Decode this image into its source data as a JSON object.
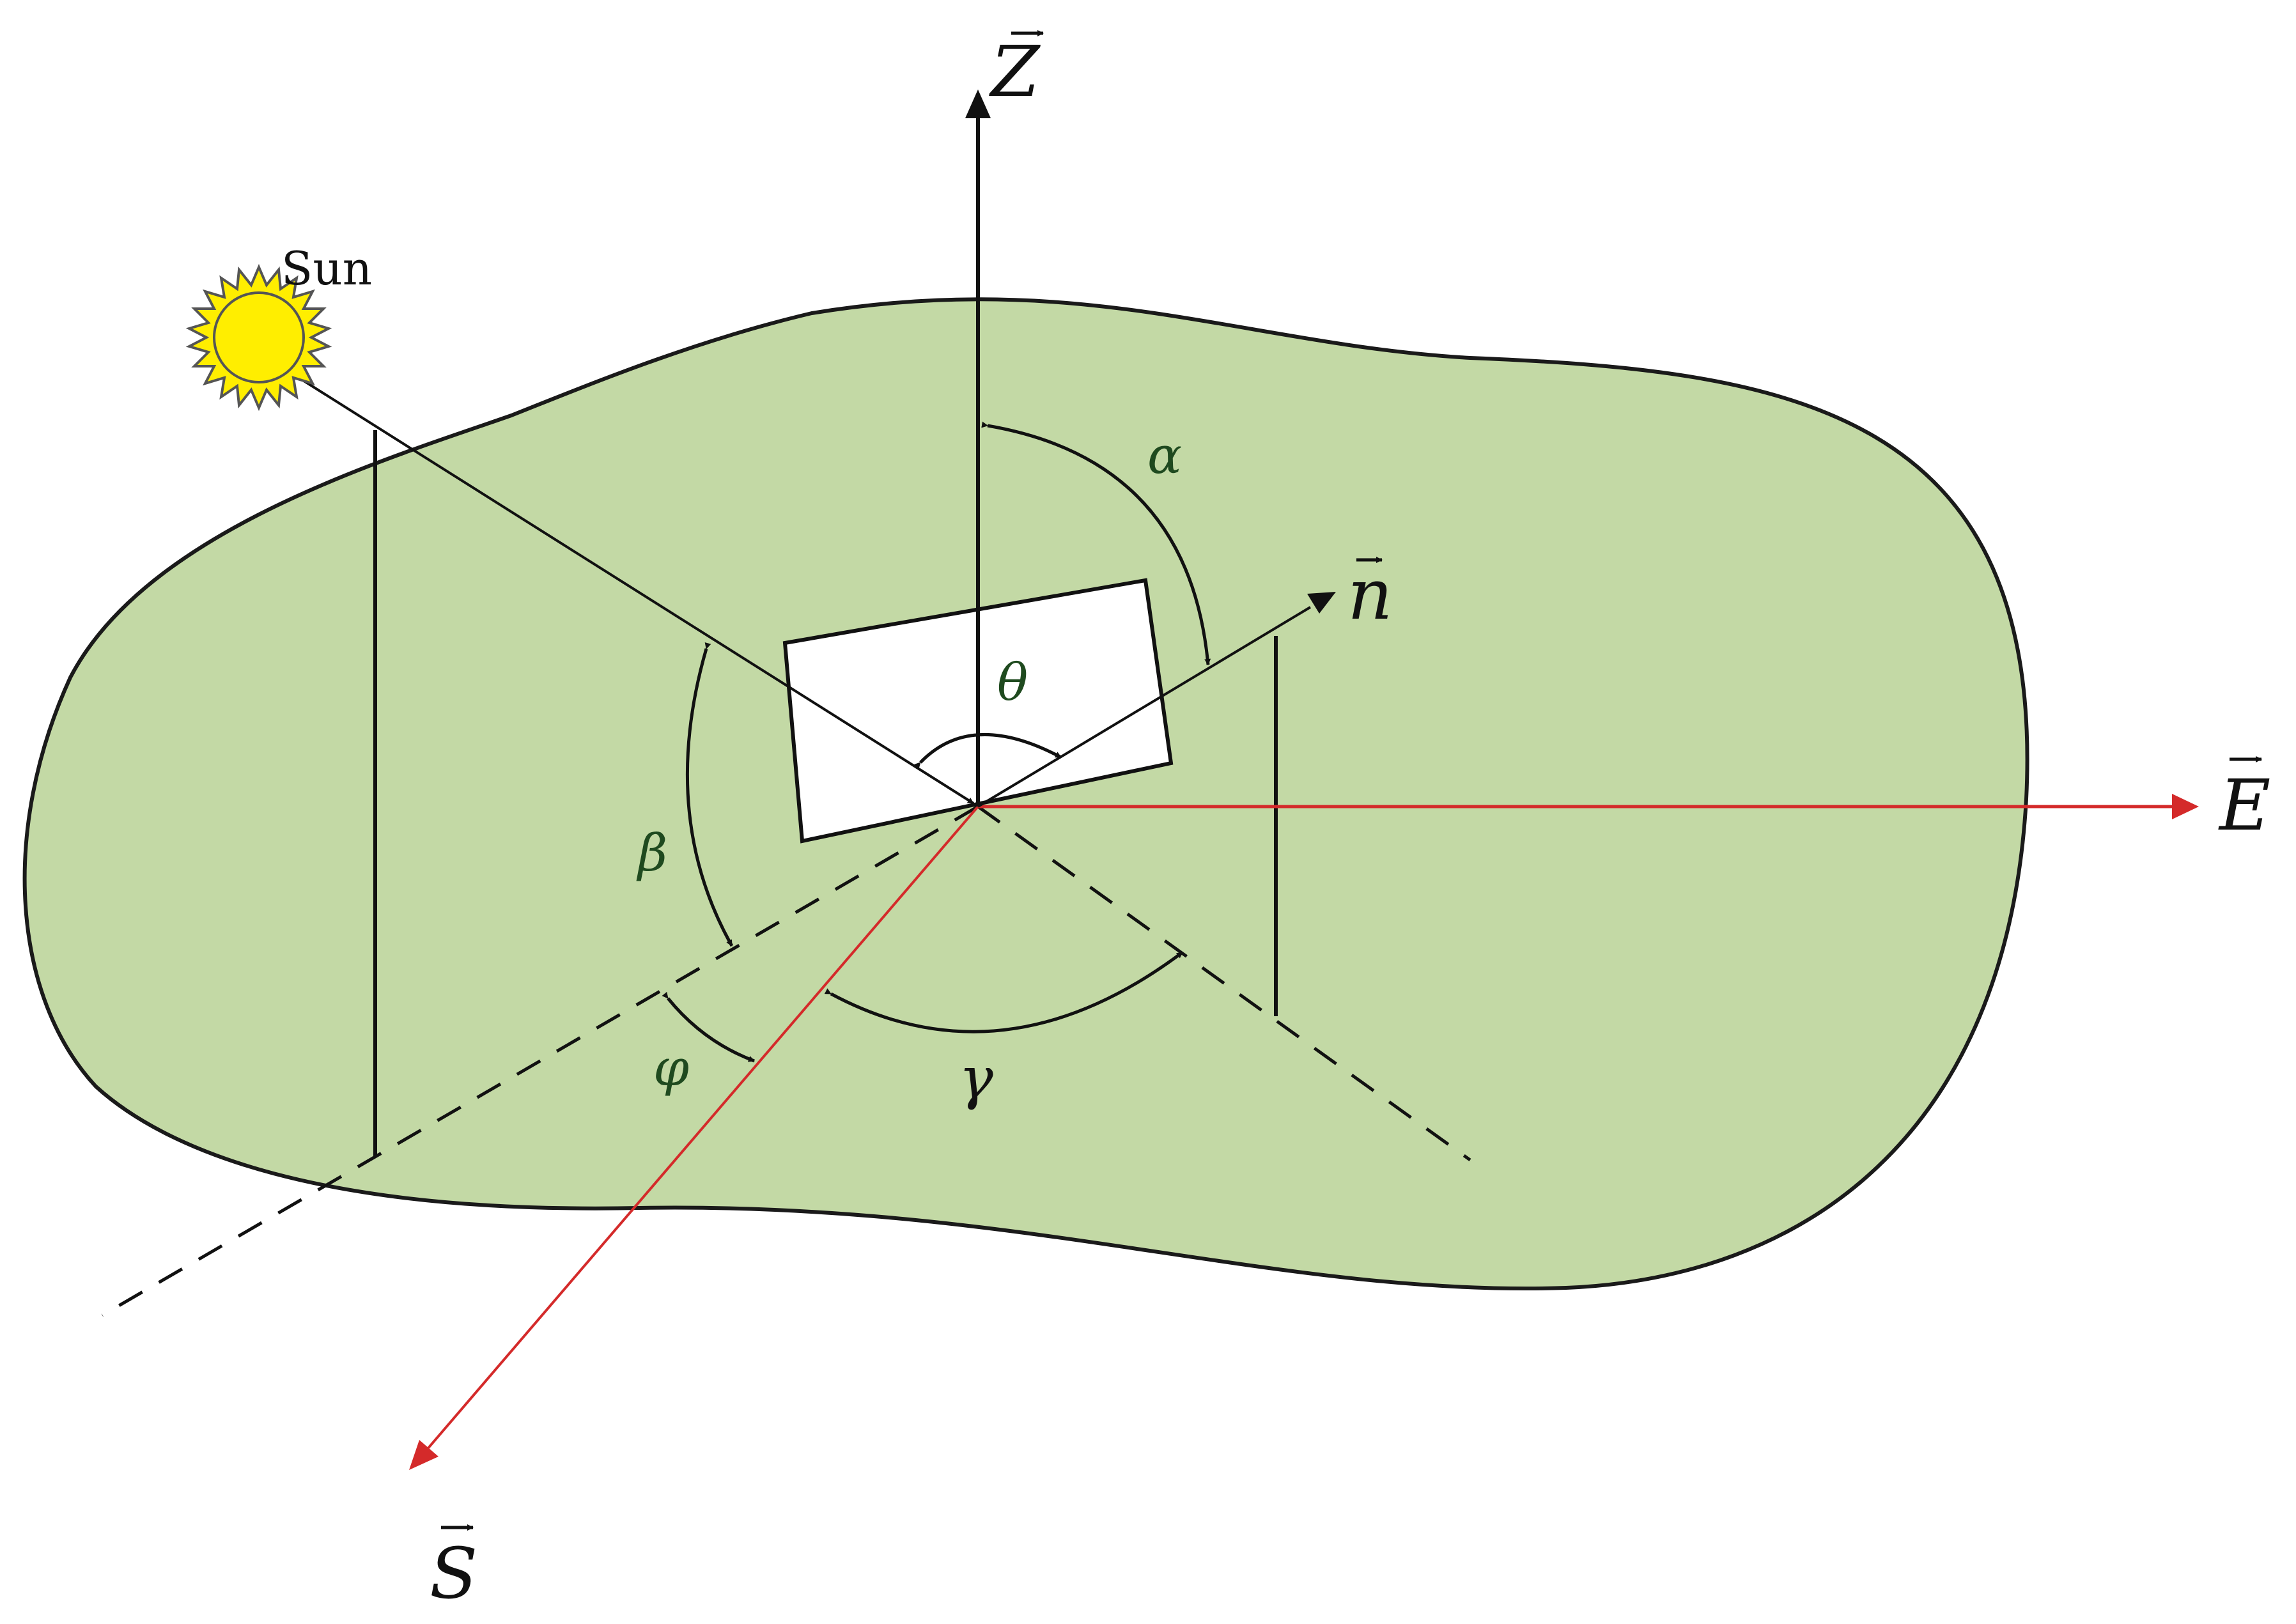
{
  "labels": {
    "z_axis": "Z",
    "e_axis": "E",
    "s_axis": "S",
    "normal": "n",
    "sun": "Sun",
    "alpha": "α",
    "theta": "θ",
    "beta": "β",
    "gamma": "γ",
    "phi": "φ"
  },
  "colors": {
    "ground_fill": "#c3d9a5",
    "ground_stroke": "#1a1a1a",
    "line": "#111111",
    "axis_red": "#d42a2a",
    "sun_fill": "#ffee00",
    "sun_stroke": "#555555",
    "panel_fill": "#ffffff",
    "angle_label": "#1f4a1f"
  },
  "icons": {
    "sun": "sun-icon",
    "vector_arrow": "vector-arrow-icon"
  }
}
